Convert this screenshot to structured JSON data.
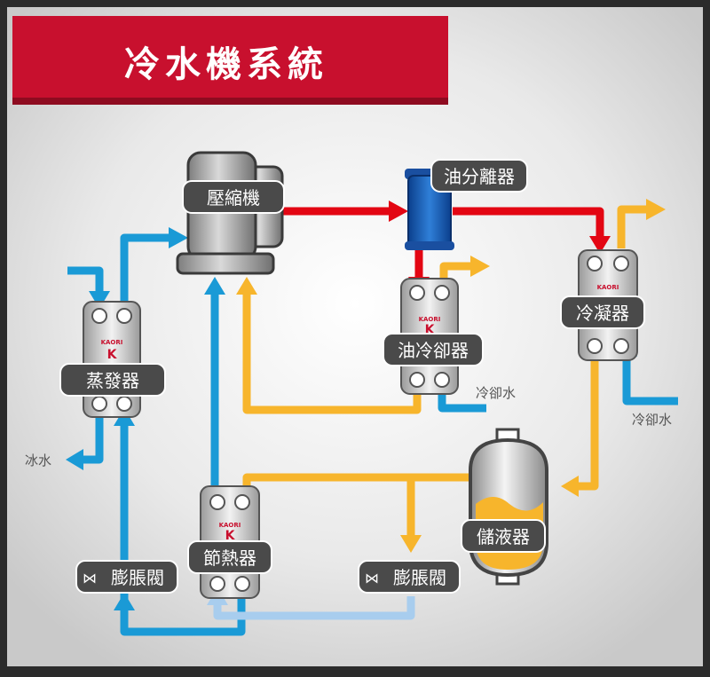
{
  "title": "冷水機系統",
  "components": {
    "compressor": "壓縮機",
    "oil_separator": "油分離器",
    "oil_cooler": "油冷卻器",
    "condenser": "冷凝器",
    "evaporator": "蒸發器",
    "economizer": "節熱器",
    "receiver": "儲液器",
    "expansion_valve_left": "膨脹閥",
    "expansion_valve_right": "膨脹閥",
    "valve_symbol": "⋈"
  },
  "labels": {
    "cooling_water_oil": "冷卻水",
    "cooling_water_condenser": "冷卻水",
    "chilled_water": "冰水"
  },
  "brand": {
    "logo_text": "KAORI",
    "logo_mark": "K"
  },
  "colors": {
    "hot_gas": "#e30613",
    "liquid": "#f7b52c",
    "cold_flow": "#1a9ad6",
    "light_flow": "#a8cdee",
    "label_box": "#4a4a4a",
    "title_band": "#c8102e"
  }
}
